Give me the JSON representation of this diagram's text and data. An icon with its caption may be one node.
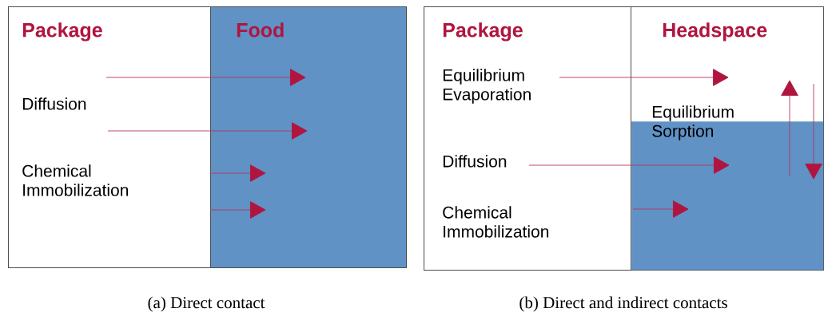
{
  "diagram": {
    "nodes": [
      {
        "text": [
          "Package"
        ]
      },
      {
        "text": [
          "Diffusion"
        ],
        "in": 0
      },
      {
        "text": [
          "Chemical Immobilization"
        ],
        "in": 0
      },
      {
        "text": [
          "Food"
        ]
      },
      {
        "text": [
          "Package"
        ]
      },
      {
        "text": [
          "Equilibrium Evaporation"
        ],
        "in": 4
      },
      {
        "text": [
          "Diffusion"
        ],
        "in": 4
      },
      {
        "text": [
          "Chemical Immobilization"
        ],
        "in": 4
      },
      {
        "text": [
          "Headspace"
        ]
      },
      {
        "text": [
          "Equilibrium Sorption"
        ],
        "in": 8
      },
      {
        "text": [],
        "shape": "box",
        "in": 8
      }
    ],
    "edges": [
      {
        "from": null,
        "to": 3,
        "arrow": "to"
      },
      {
        "from": null,
        "to": 3,
        "arrow": "to"
      },
      {
        "from": 0,
        "to": 3,
        "arrow": "to"
      },
      {
        "from": 0,
        "to": 3,
        "arrow": "to"
      },
      {
        "from": 5,
        "to": null,
        "arrow": "to"
      },
      {
        "from": 6,
        "to": 10,
        "arrow": "to"
      },
      {
        "from": 4,
        "to": 10,
        "arrow": "to"
      },
      {
        "from": 10,
        "to": 8,
        "arrow": "to"
      },
      {
        "from": null,
        "to": 10,
        "arrow": "to"
      }
    ],
    "labels": [
      "(a) Direct contact",
      "(b) Direct and indirect contacts"
    ]
  }
}
